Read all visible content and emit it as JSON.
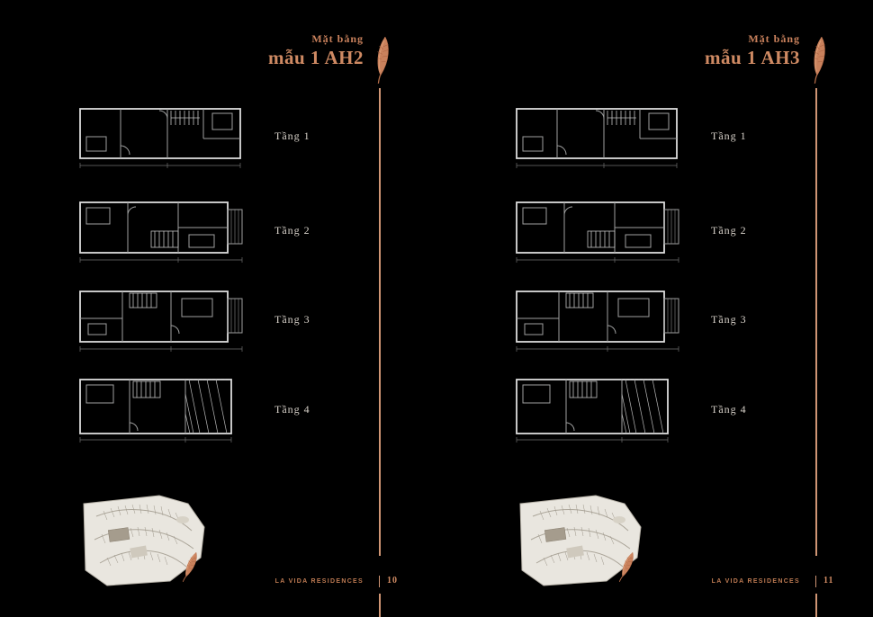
{
  "colors": {
    "background": "#000000",
    "accent_copper": "#c9815c",
    "divider": "#cf9574",
    "plan_lines": "#c4c4c4"
  },
  "pages": [
    {
      "title_line1": "Mặt bằng",
      "title_line2": "mẫu 1 AH2",
      "floors": [
        {
          "label": "Tầng 1"
        },
        {
          "label": "Tầng 2"
        },
        {
          "label": "Tầng 3"
        },
        {
          "label": "Tầng 4"
        }
      ],
      "footer_brand": "LA VIDA RESIDENCES",
      "page_number": "10"
    },
    {
      "title_line1": "Mặt bằng",
      "title_line2": "mẫu 1 AH3",
      "floors": [
        {
          "label": "Tầng 1"
        },
        {
          "label": "Tầng 2"
        },
        {
          "label": "Tầng 3"
        },
        {
          "label": "Tầng 4"
        }
      ],
      "footer_brand": "LA VIDA RESIDENCES",
      "page_number": "11"
    }
  ]
}
